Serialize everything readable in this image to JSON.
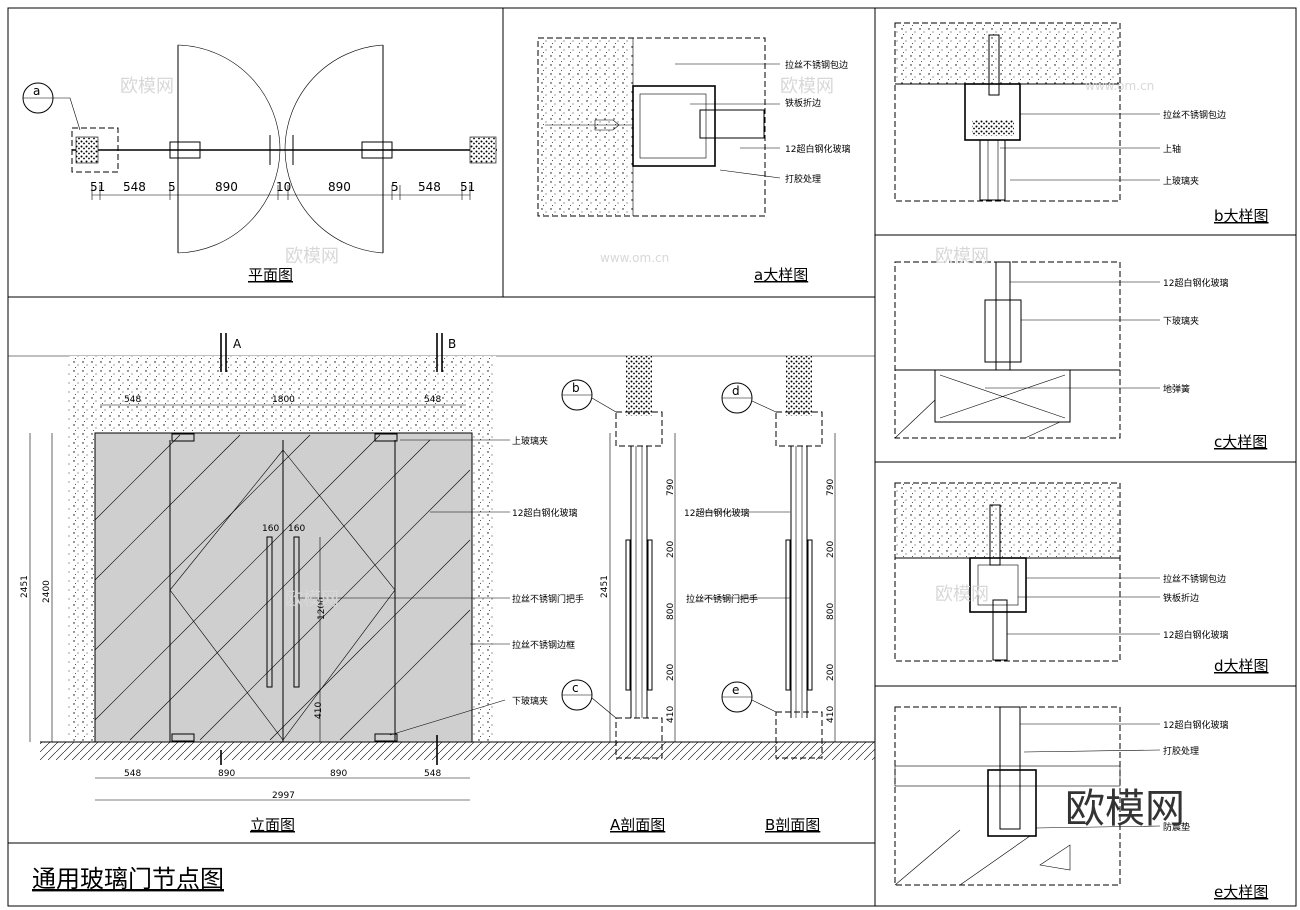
{
  "title": "通用玻璃门节点图",
  "watermark": {
    "cn": "欧模网",
    "url": "www.om.cn"
  },
  "plan": {
    "caption": "平面图",
    "callout": "a",
    "dims": [
      "51",
      "548",
      "5",
      "890",
      "10",
      "890",
      "5",
      "548",
      "51"
    ]
  },
  "detail_a": {
    "caption": "a大样图",
    "labels": [
      "拉丝不锈钢包边",
      "铁板折边",
      "12超白钢化玻璃",
      "打胶处理"
    ]
  },
  "detail_b": {
    "caption": "b大样图",
    "labels": [
      "拉丝不锈钢包边",
      "上轴",
      "上玻璃夹"
    ]
  },
  "detail_c": {
    "caption": "c大样图",
    "labels": [
      "12超白钢化玻璃",
      "下玻璃夹",
      "地弹簧"
    ]
  },
  "detail_d": {
    "caption": "d大样图",
    "labels": [
      "拉丝不锈钢包边",
      "铁板折边",
      "12超白钢化玻璃"
    ]
  },
  "detail_e": {
    "caption": "e大样图",
    "labels": [
      "12超白钢化玻璃",
      "打胶处理",
      "防震垫"
    ]
  },
  "elevation": {
    "caption": "立面图",
    "section_a": "A",
    "section_b": "B",
    "top_dims": [
      "548",
      "1800",
      "548"
    ],
    "bottom_dims": [
      "548",
      "890",
      "890",
      "548"
    ],
    "total": "2997",
    "height_outer": "2451",
    "height_inner": "2400",
    "handle_spacing": [
      "160",
      "160"
    ],
    "handle_len": "1200",
    "handle_bottom": "410",
    "labels": [
      "上玻璃夹",
      "12超白钢化玻璃",
      "拉丝不锈钢门把手",
      "拉丝不锈钢边框",
      "下玻璃夹"
    ]
  },
  "section_a": {
    "caption": "A剖面图",
    "callouts": [
      "b",
      "c"
    ],
    "height": "2451",
    "dims": [
      "790",
      "200",
      "800",
      "200",
      "410"
    ]
  },
  "section_b": {
    "caption": "B剖面图",
    "callouts": [
      "d",
      "e"
    ],
    "dims": [
      "790",
      "200",
      "800",
      "200",
      "410"
    ]
  }
}
